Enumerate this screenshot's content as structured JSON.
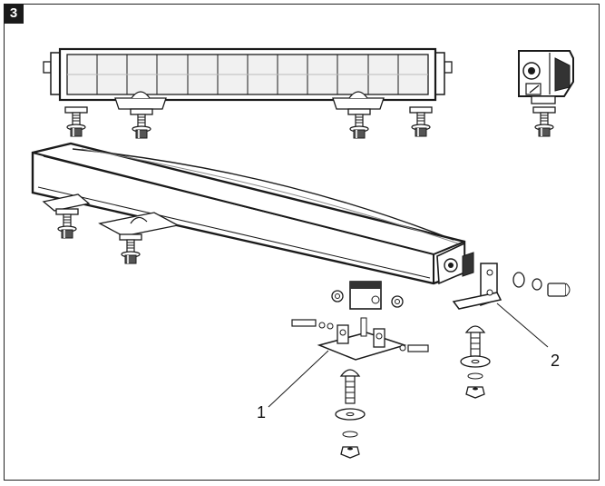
{
  "figure": {
    "step_number": "3",
    "callouts": [
      {
        "id": "1",
        "label": "1"
      },
      {
        "id": "2",
        "label": "2"
      }
    ]
  },
  "colors": {
    "ink": "#1a1a1a",
    "badge_bg": "#1a1a1a",
    "badge_text": "#ffffff",
    "lens_face": "#f1f1f1"
  }
}
